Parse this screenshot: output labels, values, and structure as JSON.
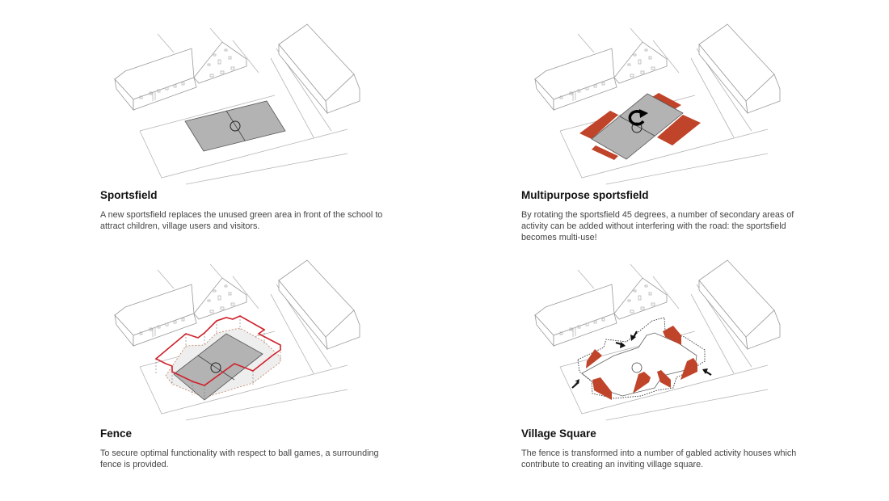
{
  "panels": [
    {
      "title": "Sportsfield",
      "text": "A new sportsfield replaces the unused green area in front of the school to attract children, village users and visitors."
    },
    {
      "title": "Multipurpose sportsfield",
      "text": "By rotating the sportsfield 45 degrees, a number of secondary areas of activity can be added without interfering with the road: the sportsfield becomes multi-use!"
    },
    {
      "title": "Fence",
      "text": "To secure optimal functionality with respect to ball games, a surrounding fence is provided."
    },
    {
      "title": "Village Square",
      "text": "The fence is transformed into a number of gabled activity houses which contribute to creating an inviting village square."
    }
  ],
  "colors": {
    "field": "#b3b3b3",
    "accent": "#c0442a",
    "fence": "#d0202a",
    "line": "#b5b5b5"
  },
  "icons": [
    "rotate-arrow-icon",
    "inward-arrow-icon"
  ]
}
